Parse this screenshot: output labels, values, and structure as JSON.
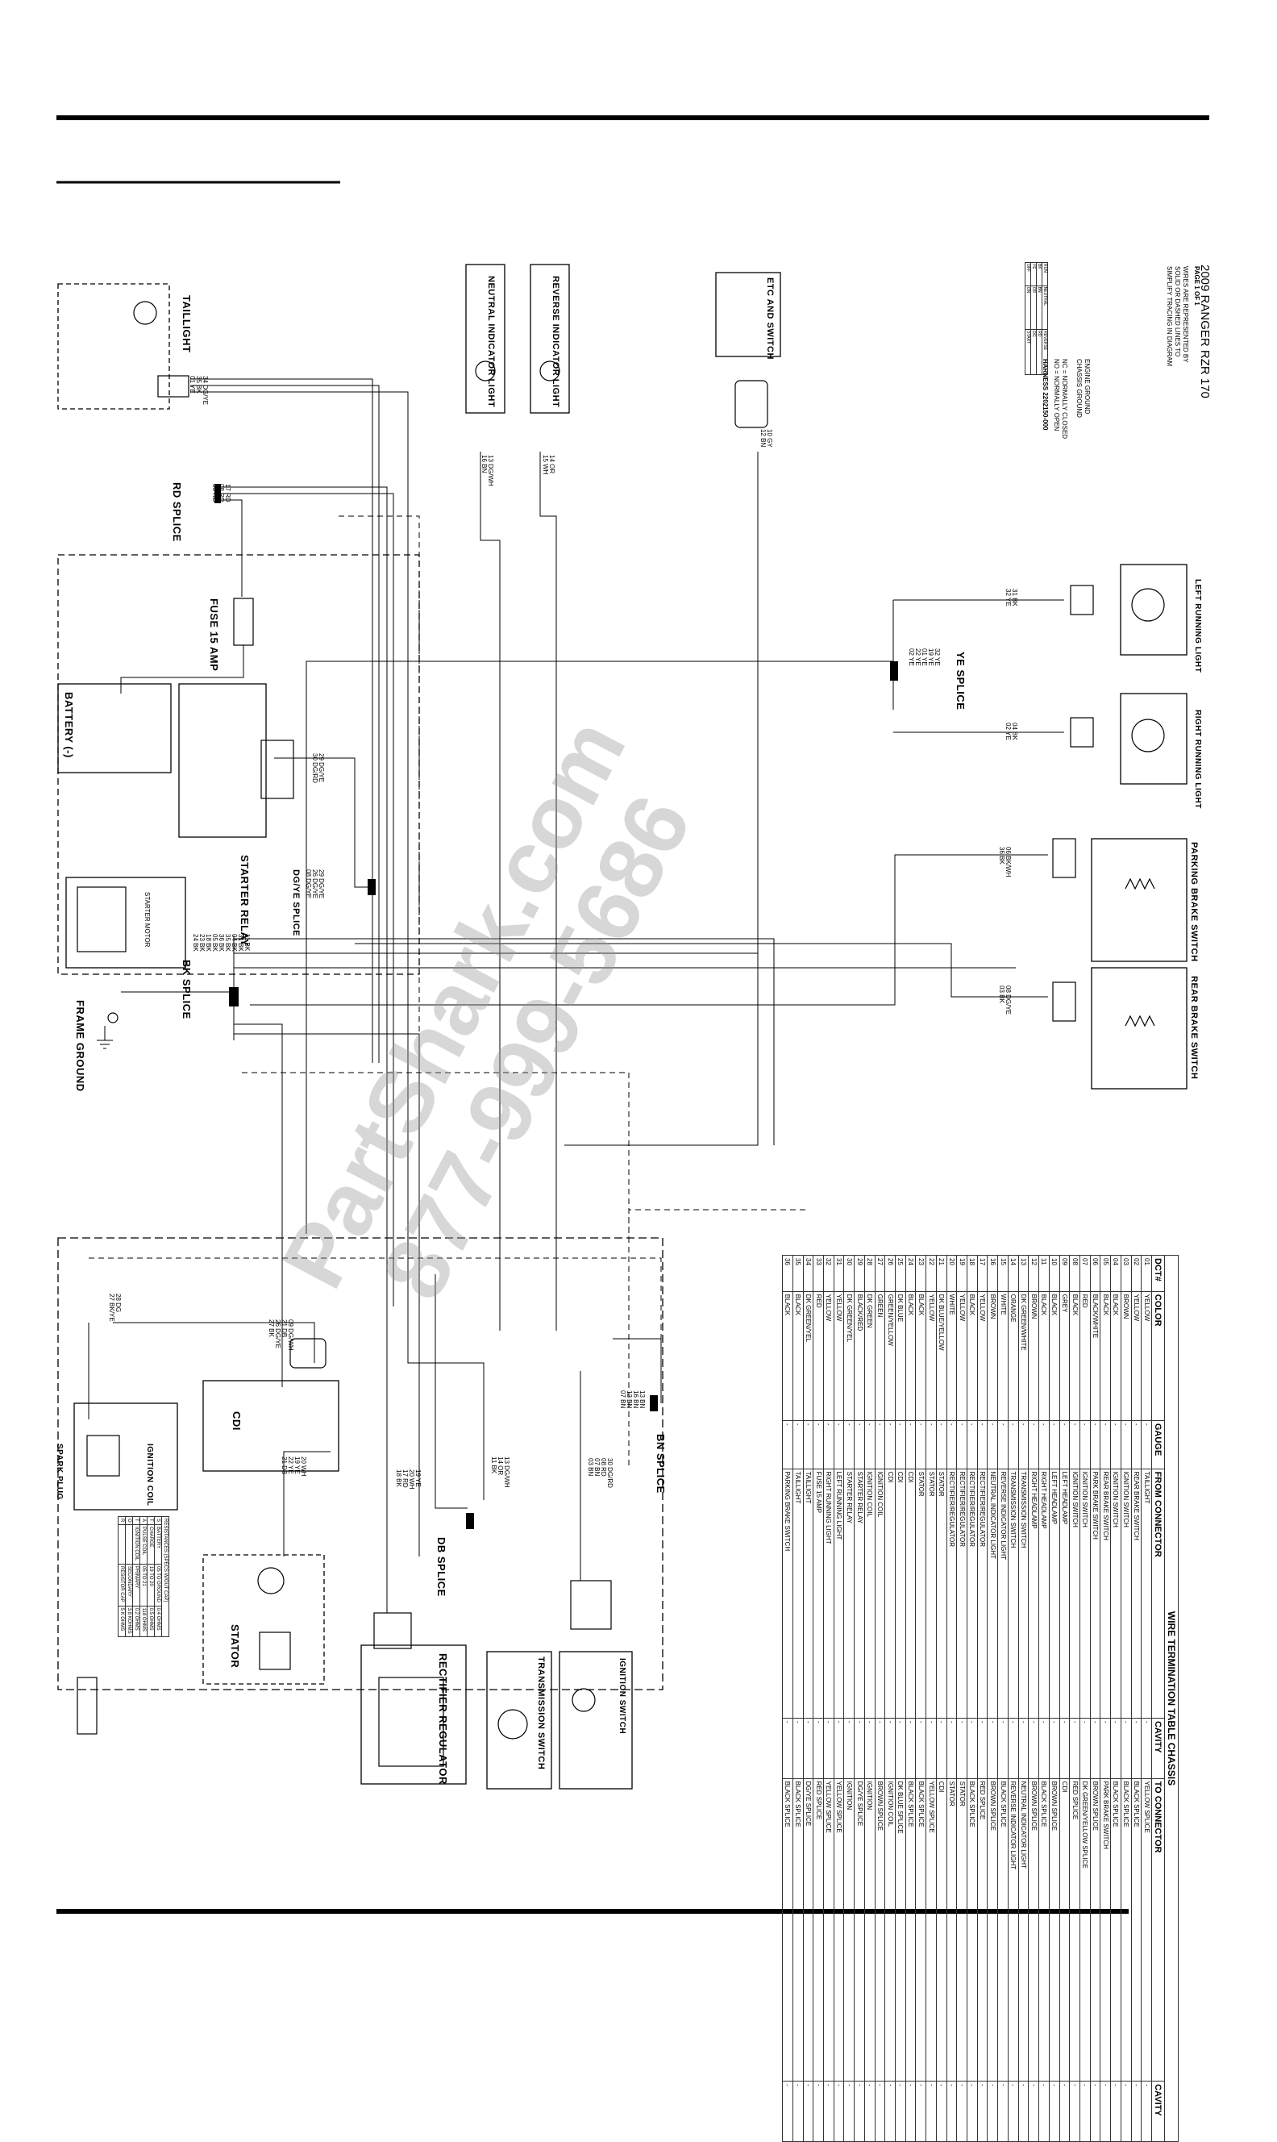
{
  "header": {
    "title": "2009 RANGER RZR 170",
    "subtitle": "PAGE 1 OF 1",
    "note_line1": "WIRES ARE REPRESENTED BY",
    "note_line2": "SOLID OR DASHED LINES TO",
    "note_line3": "SIMPLIFY TRACING IN DIAGRAM",
    "harness": "HARNESS 2202150-000"
  },
  "legend": {
    "engine_ground": "ENGINE GROUND",
    "chassis_ground": "CHASSIS GROUND",
    "nc": "NC = NORMALLY CLOSED",
    "no": "NO = NORMALLY OPEN"
  },
  "watermark": {
    "line1": "PartShark.com",
    "line2": "877-999-5686"
  },
  "components": {
    "taillight": "TAILLIGHT",
    "neutral_light": "NEUTRAL INDICATOR LIGHT",
    "reverse_light": "REVERSE INDICATOR LIGHT",
    "etc_switch": "ETC AND SWITCH",
    "rd_splice": "RD SPLICE",
    "fuse": "FUSE 15 AMP",
    "battery": "BATTERY (-)",
    "starter_relay": "STARTER RELAY",
    "starter_motor": "STARTER MOTOR",
    "dg_ye_splice": "DG/YE SPLICE",
    "bk_splice": "BK SPLICE",
    "frame_ground": "FRAME GROUND",
    "left_running": "LEFT RUNNING LIGHT",
    "right_running": "RIGHT RUNNING LIGHT",
    "ye_splice": "YE SPLICE",
    "parking_brake": "PARKING BRAKE SWITCH",
    "rear_brake": "REAR BRAKE SWITCH",
    "cdi": "CDI",
    "spark_plug": "SPARK PLUG",
    "ignition_coil": "IGNITION COIL",
    "stator": "STATOR",
    "rectifier": "RECTIFIER REGULATOR",
    "db_splice": "DB SPLICE",
    "transmission_switch": "TRANSMISSION SWITCH",
    "ignition_switch": "IGNITION SWITCH",
    "bn_splice": "BN SPLICE"
  },
  "term_table": {
    "title": "WIRE TERMINATION TABLE CHASSIS",
    "headers": [
      "DCT#",
      "COLOR",
      "GAUGE",
      "FROM CONNECTOR",
      "CAVITY",
      "TO CONNECTOR",
      "CAVITY"
    ],
    "rows": [
      [
        "01",
        "YELLOW",
        "-",
        "TAILLIGHT",
        "-",
        "YELLOW SPLICE",
        "-"
      ],
      [
        "02",
        "YELLOW",
        "-",
        "REAR BRAKE SWITCH",
        "-",
        "BLACK SPLICE",
        "-"
      ],
      [
        "03",
        "BROWN",
        "-",
        "IGNITION SWITCH",
        "-",
        "BLACK SPLICE",
        "-"
      ],
      [
        "04",
        "BLACK",
        "-",
        "IGNITION SWITCH",
        "-",
        "BLACK SPLICE",
        "-"
      ],
      [
        "05",
        "BLACK",
        "-",
        "REAR BRAKE SWITCH",
        "-",
        "PARK BRAKE SWITCH",
        "-"
      ],
      [
        "06",
        "BLACK/WHITE",
        "-",
        "PARK BRAKE SWITCH",
        "-",
        "BROWN SPLICE",
        "-"
      ],
      [
        "07",
        "RED",
        "-",
        "IGNITION SWITCH",
        "-",
        "DK GREEN/YELLOW SPLICE",
        "-"
      ],
      [
        "08",
        "BLACK",
        "-",
        "IGNITION SWITCH",
        "-",
        "RED SPLICE",
        "-"
      ],
      [
        "09",
        "GREY",
        "-",
        "LEFT HEADLAMP",
        "-",
        "CDI",
        "-"
      ],
      [
        "10",
        "BLACK",
        "-",
        "LEFT HEADLAMP",
        "-",
        "BROWN SPLICE",
        "-"
      ],
      [
        "11",
        "BLACK",
        "-",
        "RIGHT HEADLAMP",
        "-",
        "BLACK SPLICE",
        "-"
      ],
      [
        "12",
        "BROWN",
        "-",
        "RIGHT HEADLAMP",
        "-",
        "BROWN SPLICE",
        "-"
      ],
      [
        "13",
        "DK GREEN/WHITE",
        "-",
        "TRANSMISSION SWITCH",
        "-",
        "NEUTRAL INDICATOR LIGHT",
        "-"
      ],
      [
        "14",
        "ORANGE",
        "-",
        "TRANSMISSION SWITCH",
        "-",
        "REVERSE INDICATOR LIGHT",
        "-"
      ],
      [
        "15",
        "WHITE",
        "-",
        "REVERSE INDICATOR LIGHT",
        "-",
        "BLACK SPLICE",
        "-"
      ],
      [
        "16",
        "BROWN",
        "-",
        "NEUTRAL INDICATOR LIGHT",
        "-",
        "BROWN SPLICE",
        "-"
      ],
      [
        "17",
        "YELLOW",
        "-",
        "RECTIFIER/REGULATOR",
        "-",
        "RED SPLICE",
        "-"
      ],
      [
        "18",
        "BLACK",
        "-",
        "RECTIFIER/REGULATOR",
        "-",
        "BLACK SPLICE",
        "-"
      ],
      [
        "19",
        "YELLOW",
        "-",
        "RECTIFIER/REGULATOR",
        "-",
        "STATOR",
        "-"
      ],
      [
        "20",
        "WHITE",
        "-",
        "RECTIFIER/REGULATOR",
        "-",
        "STATOR",
        "-"
      ],
      [
        "21",
        "DK BLUE/YELLOW",
        "-",
        "STATOR",
        "-",
        "CDI",
        "-"
      ],
      [
        "22",
        "YELLOW",
        "-",
        "STATOR",
        "-",
        "YELLOW SPLICE",
        "-"
      ],
      [
        "23",
        "BLACK",
        "-",
        "STATOR",
        "-",
        "BLACK SPLICE",
        "-"
      ],
      [
        "24",
        "BLACK",
        "-",
        "CDI",
        "-",
        "BLACK SPLICE",
        "-"
      ],
      [
        "25",
        "DK BLUE",
        "-",
        "CDI",
        "-",
        "DK BLUE SPLICE",
        "-"
      ],
      [
        "26",
        "GREEN/YELLOW",
        "-",
        "CDI",
        "-",
        "IGNITION COIL",
        "-"
      ],
      [
        "27",
        "GREEN",
        "-",
        "IGNITION COIL",
        "-",
        "BROWN SPLICE",
        "-"
      ],
      [
        "28",
        "DK GREEN",
        "-",
        "IGNITION COIL",
        "-",
        "IGNITION",
        "-"
      ],
      [
        "29",
        "BLACK/RED",
        "-",
        "STARTER RELAY",
        "-",
        "DG/YE SPLICE",
        "-"
      ],
      [
        "30",
        "DK GREEN/YEL",
        "-",
        "STARTER RELAY",
        "-",
        "IGNITION",
        "-"
      ],
      [
        "31",
        "YELLOW",
        "-",
        "LEFT RUNNING LIGHT",
        "-",
        "YELLOW SPLICE",
        "-"
      ],
      [
        "32",
        "YELLOW",
        "-",
        "RIGHT RUNNING LIGHT",
        "-",
        "YELLOW SPLICE",
        "-"
      ],
      [
        "33",
        "RED",
        "-",
        "FUSE 15 AMP",
        "-",
        "RED SPLICE",
        "-"
      ],
      [
        "34",
        "DK GREEN/YEL",
        "-",
        "TAILLIGHT",
        "-",
        "DG/YE SPLICE",
        "-"
      ],
      [
        "35",
        "BLACK",
        "-",
        "TAILLIGHT",
        "-",
        "BLACK SPLICE",
        "-"
      ],
      [
        "36",
        "BLACK",
        "-",
        "PARKING BRAKE SWITCH",
        "-",
        "BLACK SPLICE",
        "-"
      ]
    ]
  },
  "res_table": {
    "title": "RESISTANCES (SPECS W/OUT CAP)",
    "rows": [
      [
        "S",
        "BATTERY",
        "05 TO GROUND",
        "0.4 OHMS"
      ],
      [
        "T",
        "CHARGE",
        "19 TO 20",
        "0.5 OHMS"
      ],
      [
        "A",
        "PULSE COIL",
        "05 TO 21",
        "118 OHMS"
      ],
      [
        "T",
        "IGNITION COIL",
        "PRIMARY",
        "0.2 OHMS"
      ],
      [
        "O",
        "",
        "SECONDARY",
        "3.8 KOHMS"
      ],
      [
        "R",
        "",
        "RESISTOR CAP",
        "5 K OHMS"
      ]
    ]
  },
  "legend_table": {
    "rows": [
      [
        "RUN",
        "NEUTRAL",
        "REVERSE"
      ],
      [
        "BK",
        "BN",
        "RD"
      ],
      [
        "YE",
        "OR",
        "DG"
      ],
      [
        "OFF",
        "ON",
        "START"
      ]
    ]
  },
  "wires": {
    "taillight": [
      "34 DG/YE",
      "35 BK",
      "01 YE"
    ],
    "rd_splice": [
      "17 RD",
      "08 RD",
      "33 RD"
    ],
    "ye_splice": [
      "32 YE",
      "19 YE",
      "01 YE",
      "22 YE",
      "02 YE"
    ],
    "left": [
      "31 BK",
      "32 YE"
    ],
    "right": [
      "04 BK",
      "02 YE"
    ],
    "parking": [
      "06 BK/WH",
      "36 BK"
    ],
    "rear": [
      "08 DG/YE",
      "03 BK"
    ],
    "bk_splice": [
      "11 BK",
      "31 BK",
      "04 BK",
      "35 BK",
      "36 BK",
      "05 BK",
      "18 BK",
      "23 BK",
      "24 BK"
    ],
    "relay": [
      "29 DG/YE",
      "30 DG/RD"
    ],
    "dgye_splice": [
      "29 DG/YE",
      "26 DG/YE",
      "08 DG/YE"
    ],
    "neutral": [
      "13 DG/WH",
      "16 BN"
    ],
    "reverse": [
      "14 OR",
      "15 WH"
    ],
    "etc": [
      "10 GY",
      "12 BN"
    ],
    "bn_splice": [
      "13 BN",
      "16 BN",
      "12 BN",
      "07 BN"
    ],
    "spark": [
      "28 DG",
      "27 BK/YE"
    ],
    "cdi": [
      "09 DG/WH",
      "21 DB",
      "26 DG/YE",
      "27 BK"
    ],
    "stator": [
      "20 WH",
      "19 YE",
      "22 YE",
      "21 DB"
    ],
    "rectifier": [
      "19 YE",
      "20 WH",
      "17 RD",
      "18 BK"
    ],
    "transmission": [
      "13 DG/WH",
      "14 OR",
      "11 BK"
    ],
    "ignition": [
      "30 DG/RD",
      "08 RD",
      "07 BN",
      "03 BN"
    ]
  }
}
